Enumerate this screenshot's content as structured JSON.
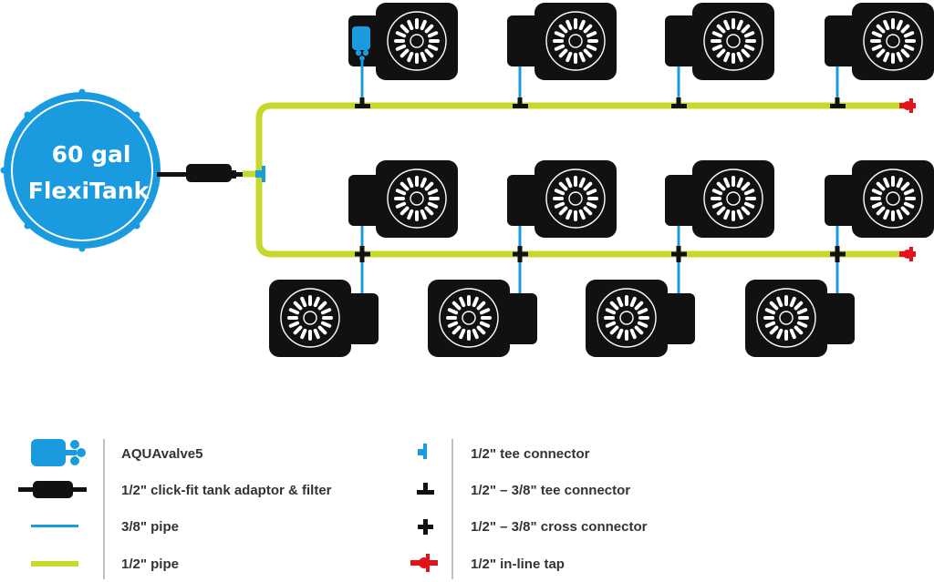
{
  "tank": {
    "line1": "60 gal",
    "line2": "FlexiTank"
  },
  "legend": {
    "left": [
      {
        "icon": "aquavalve-icon",
        "label": "AQUAvalve5"
      },
      {
        "icon": "tank-adaptor-filter-icon",
        "label": "1/2\" click-fit tank adaptor & filter"
      },
      {
        "icon": "pipe-3-8-icon",
        "label": "3/8\" pipe"
      },
      {
        "icon": "pipe-1-2-icon",
        "label": "1/2\" pipe"
      }
    ],
    "right": [
      {
        "icon": "tee-connector-icon",
        "label": "1/2\" tee connector"
      },
      {
        "icon": "reducing-tee-connector-icon",
        "label": "1/2\" – 3/8\" tee connector"
      },
      {
        "icon": "cross-connector-icon",
        "label": "1/2\" – 3/8\" cross connector"
      },
      {
        "icon": "inline-tap-icon",
        "label": "1/2\" in-line tap"
      }
    ]
  },
  "colors": {
    "tank_blue": "#1a9be0",
    "pipe_small": "#1a9be0",
    "pipe_large": "#c6d92b",
    "tap_red": "#e3131b",
    "pot_black": "#111111"
  }
}
